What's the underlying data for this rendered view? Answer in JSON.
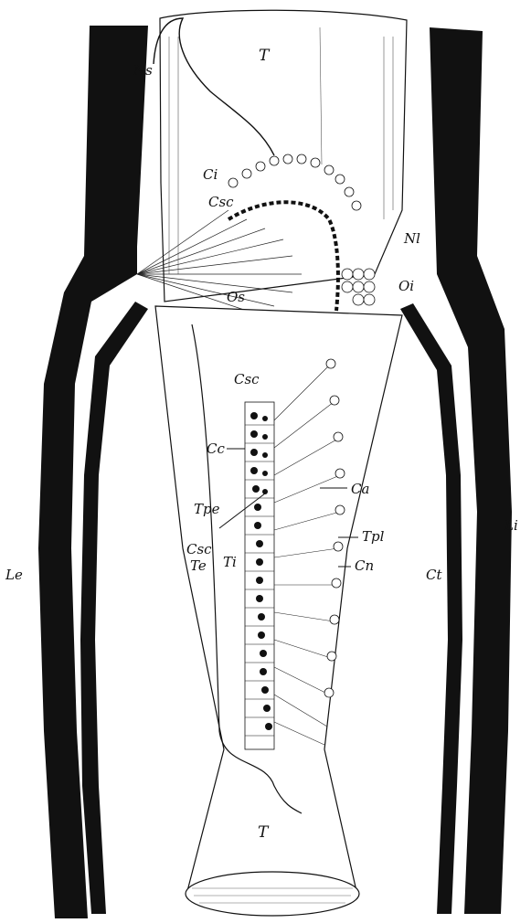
{
  "labels": {
    "T_top": "T",
    "Ns": "Ns",
    "Ci": "Ci",
    "Csc_upper": "Csc",
    "Nl": "Nl",
    "Oi": "Oi",
    "Os": "Os",
    "Csc_mid": "Csc",
    "Cc": "Cc",
    "Ca": "Ca",
    "Tpe": "Tpe",
    "Tpl": "Tpl",
    "Csc_lower": "Csc",
    "Te": "Te",
    "Ti": "Ti",
    "Cn": "Cn",
    "Le": "Le",
    "Ct": "Ct",
    "Li": "Li",
    "T_bottom": "T"
  },
  "colors": {
    "ink": "#111111",
    "paper": "#ffffff",
    "shade": "#555555"
  }
}
